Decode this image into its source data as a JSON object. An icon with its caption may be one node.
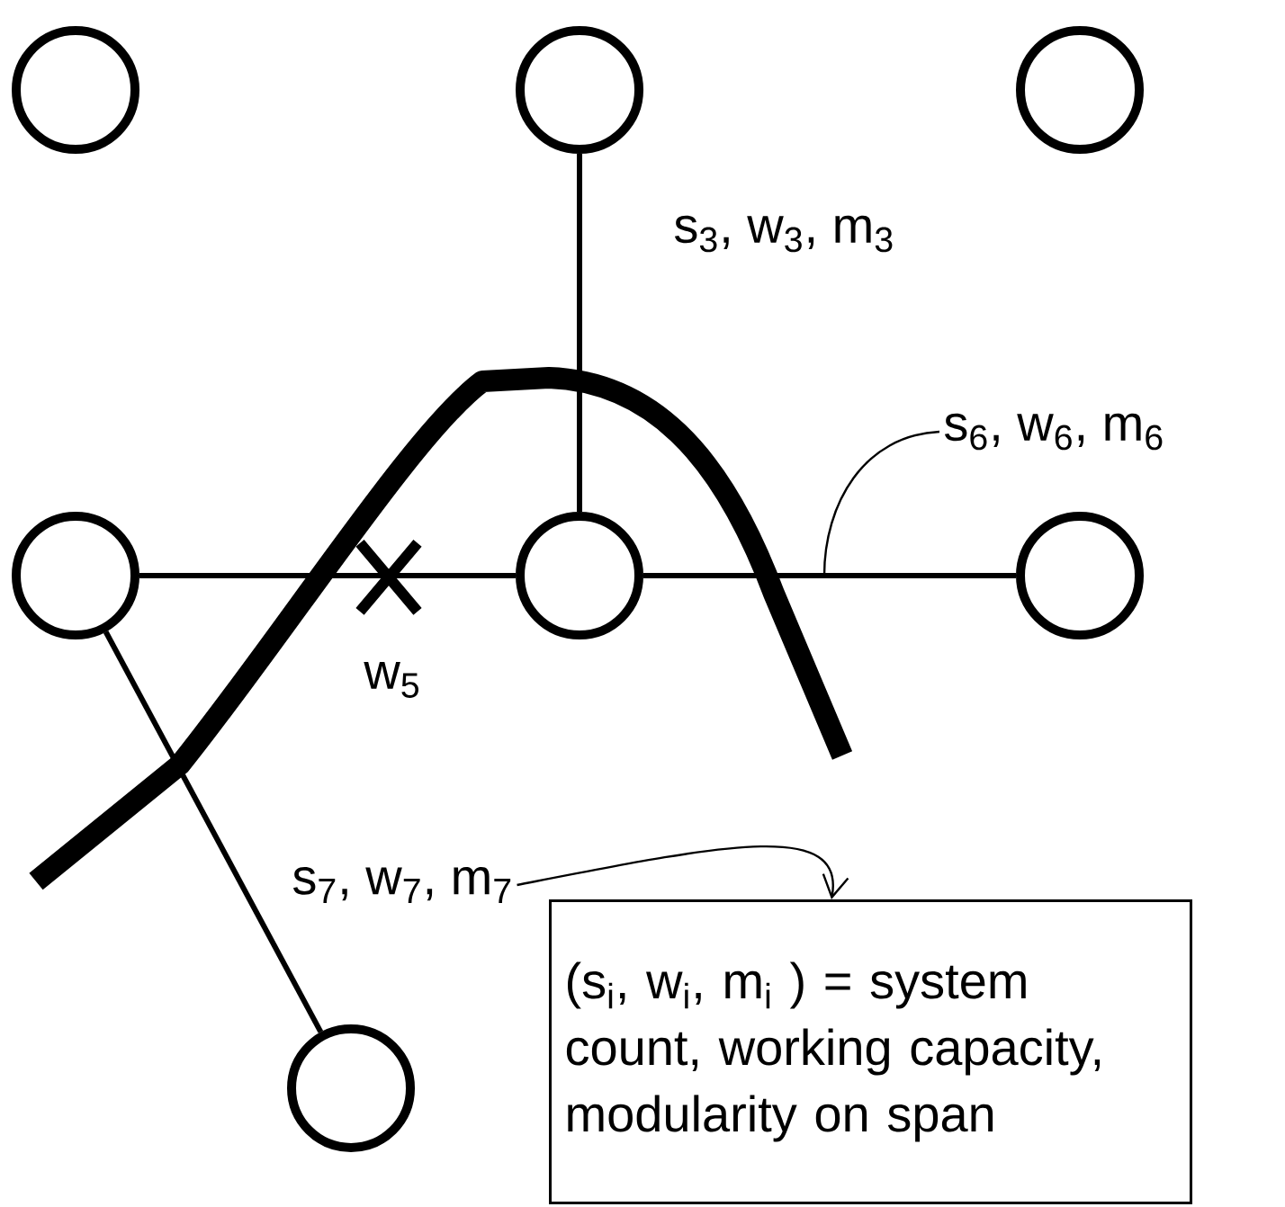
{
  "diagram": {
    "nodes": [
      {
        "text": [],
        "shape": "circle"
      },
      {
        "text": [],
        "shape": "circle"
      },
      {
        "text": [],
        "shape": "circle"
      },
      {
        "text": [],
        "shape": "circle"
      },
      {
        "text": [],
        "shape": "circle"
      },
      {
        "text": [],
        "shape": "circle"
      },
      {
        "text": [],
        "shape": "circle"
      },
      {
        "text": [
          "(s$_{i}$, w$_{i}$, m$_{i}$ ) = system count, working capacity, modularity on span"
        ]
      },
      {
        "text": [
          "s$_{7}$, w$_{7}$, m$_{7}$"
        ]
      },
      {
        "text": [
          "s$_{6}$, w$_{6}$, m$_{6}$"
        ]
      }
    ],
    "edges": [
      {
        "from": 1,
        "to": 4,
        "arrow": "none",
        "label": "s$_{3}$, w$_{3}$, m$_{3}$"
      },
      {
        "from": 3,
        "to": 4,
        "arrow": "none",
        "label": "w$_{5}$"
      },
      {
        "from": 4,
        "to": 5,
        "arrow": "none"
      },
      {
        "from": 3,
        "to": 6,
        "arrow": "none"
      },
      {
        "from": 8,
        "to": 7,
        "arrow": "to"
      },
      {
        "from": 9,
        "to": null,
        "arrow": "none"
      }
    ]
  }
}
